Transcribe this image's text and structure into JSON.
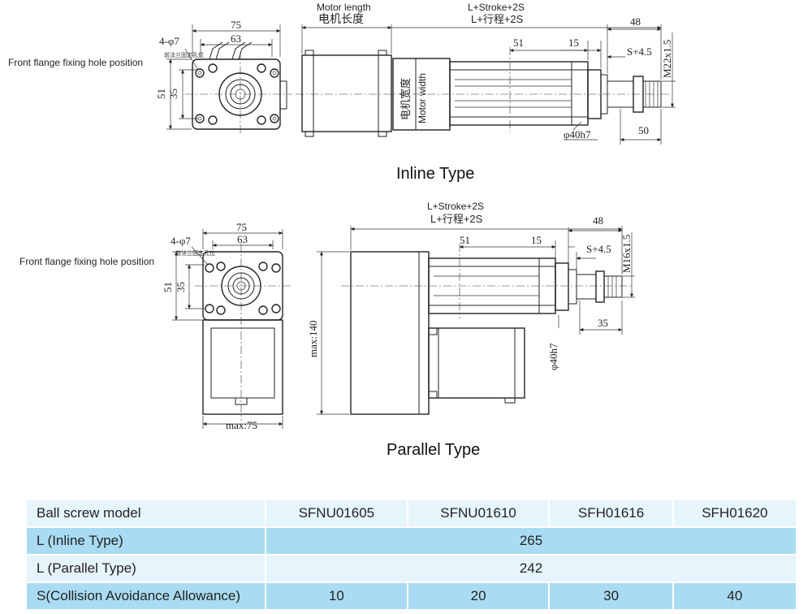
{
  "inline": {
    "title": "Inline Type",
    "flange_width": "75",
    "hole_spacing": "63",
    "holes": "4-φ7",
    "flange_label": "Front flange fixing hole position",
    "flange_label_cn": "前法兰固定孔位",
    "height_51": "51",
    "height_35": "35",
    "motor_length_en": "Motor length",
    "motor_length_cn": "电机长度",
    "motor_width_en": "Motor width",
    "motor_width_cn": "电机宽度",
    "total_en": "L+Stroke+2S",
    "total_cn": "L+行程+2S",
    "dim_48": "48",
    "dim_51": "51",
    "dim_15": "15",
    "dim_s": "S+4.5",
    "thread": "M22x1.5",
    "rod_dia": "φ40h7",
    "dim_50": "50"
  },
  "parallel": {
    "title": "Parallel Type",
    "flange_width": "75",
    "hole_spacing": "63",
    "holes": "4-φ7",
    "flange_label": "Front flange fixing hole position",
    "flange_label_cn": "前法兰固定孔位",
    "height_51": "51",
    "height_35": "35",
    "max_width": "max:75",
    "max_height": "max:140",
    "total_en": "L+Stroke+2S",
    "total_cn": "L+行程+2S",
    "dim_48": "48",
    "dim_51": "51",
    "dim_15": "15",
    "dim_s": "S+4.5",
    "thread": "M16x1.5",
    "rod_dia": "φ40h7",
    "dim_35": "35"
  },
  "table": {
    "header": [
      "Ball screw model",
      "SFNU01605",
      "SFNU01610",
      "SFH01616",
      "SFH01620"
    ],
    "row_inline": {
      "label": "L (Inline Type)",
      "value": "265"
    },
    "row_parallel": {
      "label": "L (Parallel Type)",
      "value": "242"
    },
    "row_s": {
      "label": "S(Collision Avoidance Allowance)",
      "values": [
        "10",
        "20",
        "30",
        "40"
      ]
    }
  }
}
